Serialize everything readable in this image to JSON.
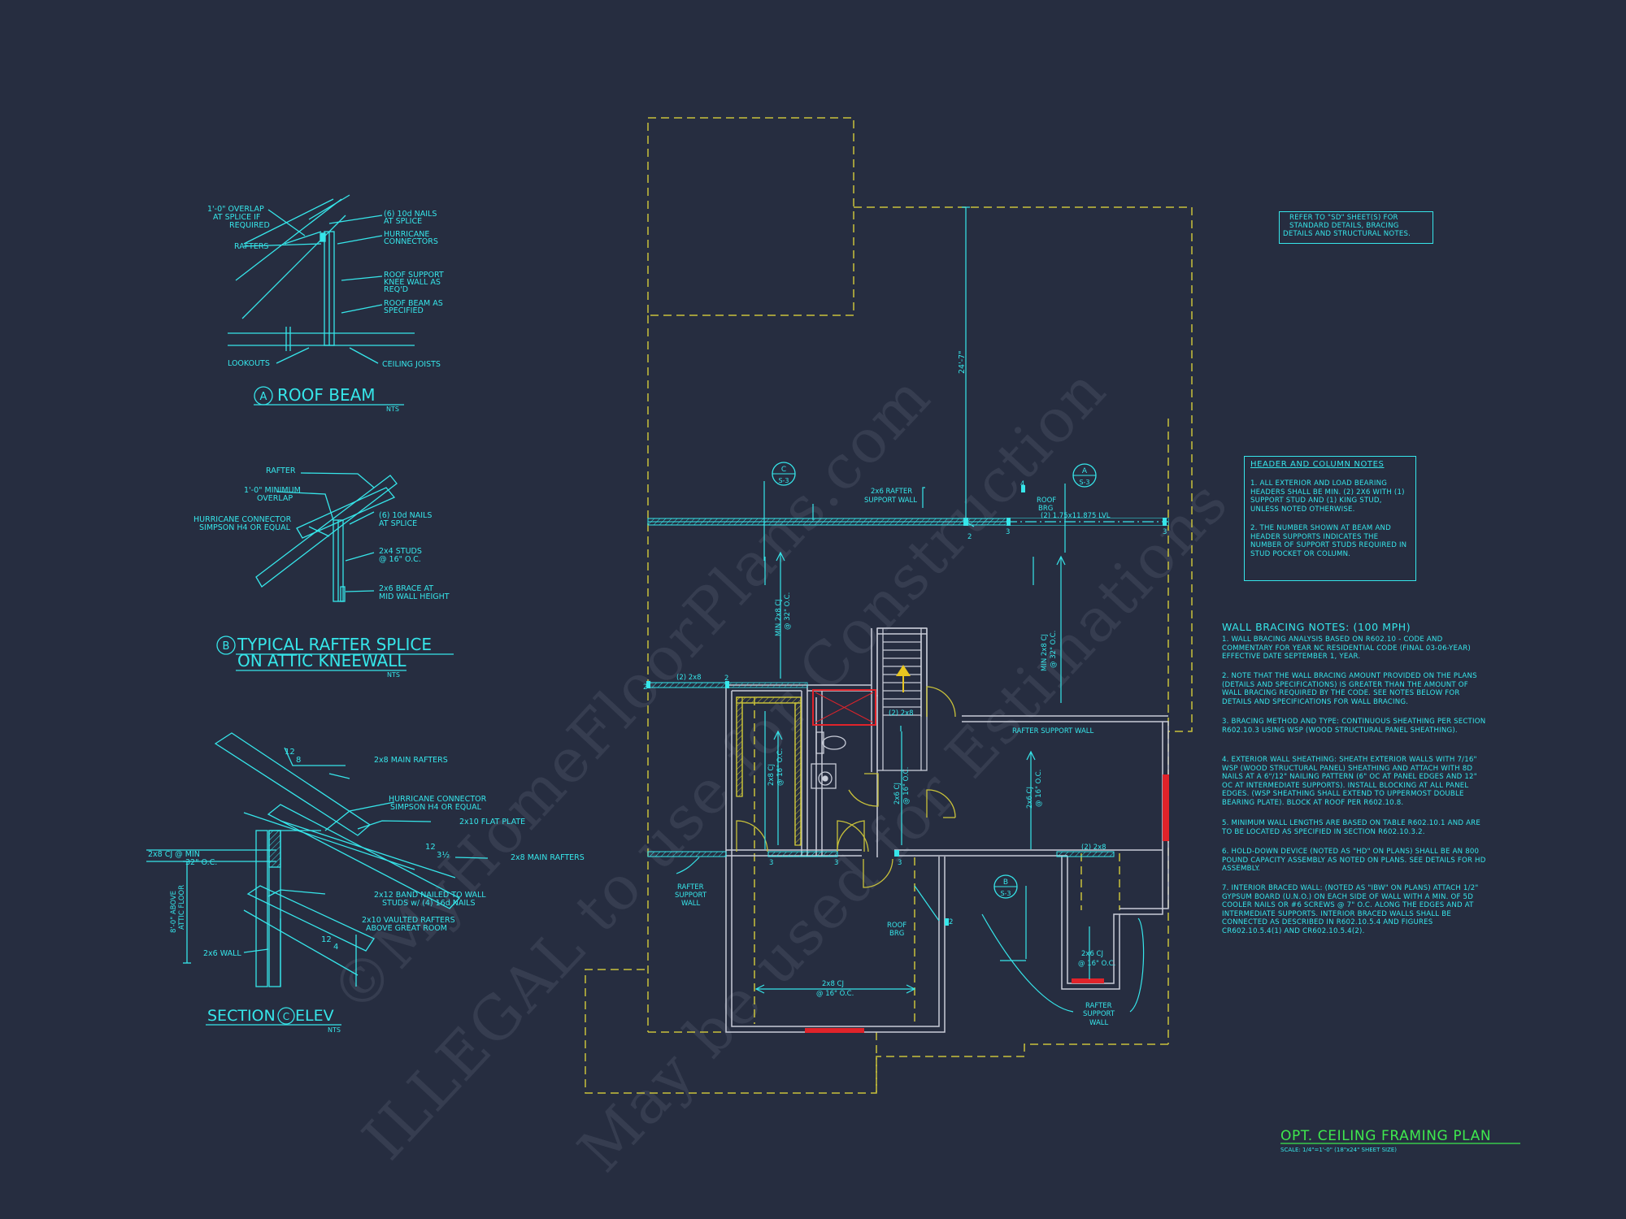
{
  "detail_a": {
    "bubble": "A",
    "title": "ROOF BEAM",
    "scale": "NTS",
    "labels": {
      "overlap": [
        "1'-0\" OVERLAP",
        "AT SPLICE IF",
        "REQUIRED"
      ],
      "nails": [
        "(6) 10d NAILS",
        "AT SPLICE"
      ],
      "hurricane": [
        "HURRICANE",
        "CONNECTORS"
      ],
      "rafters": "RAFTERS",
      "knee_wall": [
        "ROOF SUPPORT",
        "KNEE WALL AS",
        "REQ'D"
      ],
      "roof_beam": [
        "ROOF BEAM AS",
        "SPECIFIED"
      ],
      "lookouts": "LOOKOUTS",
      "ceiling_joists": "CEILING JOISTS"
    }
  },
  "detail_b": {
    "bubble": "B",
    "title_line1": "TYPICAL RAFTER SPLICE",
    "title_line2": "ON ATTIC KNEEWALL",
    "scale": "NTS",
    "labels": {
      "rafter": "RAFTER",
      "overlap": [
        "1'-0\" MINIMUM",
        "OVERLAP"
      ],
      "hurricane": [
        "HURRICANE CONNECTOR",
        "SIMPSON H4 OR EQUAL"
      ],
      "nails": [
        "(6) 10d NAILS",
        "AT SPLICE"
      ],
      "studs": [
        "2x4 STUDS",
        "@ 16\" O.C."
      ],
      "brace": [
        "2x6 BRACE AT",
        "MID WALL HEIGHT"
      ]
    }
  },
  "detail_c": {
    "title_prefix": "SECTION",
    "bubble": "C",
    "title_suffix": "ELEV",
    "scale": "NTS",
    "labels": {
      "main_rafters_top": "2x8 MAIN RAFTERS",
      "pitch_top": [
        "12",
        "8"
      ],
      "hurricane": [
        "HURRICANE CONNECTOR",
        "SIMPSON H4 OR EQUAL"
      ],
      "flat_plate": "2x10 FLAT PLATE",
      "cj": [
        "2x8 CJ @ MIN",
        "32\" O.C."
      ],
      "pitch_mid": [
        "12",
        "3½"
      ],
      "main_rafters_right": "2x8 MAIN RAFTERS",
      "band": [
        "2x12 BAND NAILED TO WALL",
        "STUDS w/ (4) 16d NAILS"
      ],
      "vaulted": [
        "2x10 VAULTED RAFTERS",
        "ABOVE GREAT ROOM"
      ],
      "pitch_low": [
        "12",
        "4"
      ],
      "above_floor": [
        "8'-0\" ABOVE",
        "ATTIC FLOOR"
      ],
      "wall": "2x6 WALL"
    }
  },
  "plan": {
    "title": "OPT. CEILING FRAMING PLAN",
    "scale": "SCALE: 1/4\"=1'-0\" (18\"x24\" SHEET SIZE)",
    "dimension_vertical": "24'-7\"",
    "beam_label": [
      "2x6 RAFTER",
      "SUPPORT WALL"
    ],
    "lvl_label": "(2) 1.75x11.875 LVL",
    "roof_brg": [
      "ROOF",
      "BRG"
    ],
    "roof_brg_2": [
      "ROOF",
      "BRG"
    ],
    "callout_c": {
      "letter": "C",
      "sheet": "S-3"
    },
    "callout_a": {
      "letter": "A",
      "sheet": "S-3"
    },
    "callout_b": {
      "letter": "B",
      "sheet": "S-3"
    },
    "cj_min_left": [
      "MIN 2x8 CJ",
      "@ 32\" O.C."
    ],
    "cj_min_right": [
      "MIN 2x8 CJ",
      "@ 32\" O.C."
    ],
    "cj_closet": [
      "2x8 CJ",
      "@ 16\" O.C."
    ],
    "cj_stair": [
      "2x6 CJ",
      "@ 16\" O.C."
    ],
    "cj_mid": [
      "2x6 CJ",
      "@ 16\" O.C."
    ],
    "cj_bottom": [
      "2x8 CJ",
      "@ 16\" O.C."
    ],
    "cj_bay": [
      "2x6 CJ",
      "@ 16\" O.C."
    ],
    "header_left": "(2) 2x8",
    "header_stair": "(2) 2x8",
    "header_right": "(2) 2x8",
    "rafter_support_wall": "RAFTER SUPPORT WALL",
    "rafter_support_left": [
      "RAFTER",
      "SUPPORT",
      "WALL"
    ],
    "rafter_support_bottom": [
      "RAFTER",
      "SUPPORT",
      "WALL"
    ],
    "stud_counts": [
      "4",
      "2",
      "3",
      "3",
      "3",
      "3",
      "3",
      "2",
      "2",
      "2"
    ]
  },
  "notes_refer": [
    "REFER TO \"SD\" SHEET(S) FOR",
    "STANDARD DETAILS, BRACING",
    "DETAILS AND STRUCTURAL NOTES."
  ],
  "header_notes": {
    "title": "HEADER AND COLUMN NOTES",
    "items": [
      "1. ALL EXTERIOR AND LOAD BEARING HEADERS SHALL BE MIN. (2) 2x6 WITH (1) SUPPORT STUD AND (1) KING STUD, UNLESS NOTED OTHERWISE.",
      "2. THE NUMBER SHOWN AT BEAM AND HEADER SUPPORTS INDICATES THE NUMBER OF SUPPORT STUDS REQUIRED IN STUD POCKET OR COLUMN."
    ]
  },
  "bracing_notes": {
    "title": "WALL BRACING NOTES: (100 MPH)",
    "items": [
      "1. WALL BRACING ANALYSIS BASED ON R602.10 - CODE AND COMMENTARY FOR YEAR NC RESIDENTIAL CODE (FINAL 03-06-YEAR) EFFECTIVE DATE SEPTEMBER 1, YEAR.",
      "2. NOTE THAT THE WALL BRACING AMOUNT PROVIDED ON THE PLANS (DETAILS AND SPECIFICATIONS) IS GREATER THAN THE AMOUNT OF WALL BRACING REQUIRED BY THE CODE. SEE NOTES BELOW FOR DETAILS AND SPECIFICATIONS FOR WALL BRACING.",
      "3. BRACING METHOD AND TYPE: CONTINUOUS SHEATHING PER SECTION R602.10.3 USING WSP (WOOD STRUCTURAL PANEL SHEATHING).",
      "4. EXTERIOR WALL SHEATHING: SHEATH EXTERIOR WALLS WITH 7/16\" WSP (WOOD STRUCTURAL PANEL) SHEATHING AND ATTACH WITH 8d NAILS AT A 6\"/12\" NAILING PATTERN (6\" OC AT PANEL EDGES AND 12\" OC AT INTERMEDIATE SUPPORTS). INSTALL BLOCKING AT ALL PANEL EDGES. (WSP SHEATHING SHALL EXTEND TO UPPERMOST DOUBLE BEARING PLATE). BLOCK AT ROOF PER R602.10.8.",
      "5. MINIMUM WALL LENGTHS ARE BASED ON TABLE R602.10.1 AND ARE TO BE LOCATED AS SPECIFIED IN SECTION R602.10.3.2.",
      "6. HOLD-DOWN DEVICE (NOTED AS \"HD\" ON PLANS) SHALL BE AN 800 POUND CAPACITY ASSEMBLY AS NOTED ON PLANS. SEE DETAILS FOR HD ASSEMBLY.",
      "7. INTERIOR BRACED WALL: (NOTED AS \"IBW\" ON PLANS) ATTACH 1/2\" GYPSUM BOARD (U.N.O.) ON EACH SIDE OF WALL WITH A MIN. OF 5d COOLER NAILS OR #6 SCREWS @ 7\" O.C. ALONG THE EDGES AND AT INTERMEDIATE SUPPORTS. INTERIOR BRACED WALLS SHALL BE CONNECTED AS DESCRIBED IN R602.10.5.4 AND FIGURES CR602.10.5.4(1) AND CR602.10.5.4(2)."
    ]
  },
  "watermark": [
    "©MyHomeFloorPlans.com",
    "ILLEGAL to use for Construction",
    "May be used for Estimations"
  ],
  "colors": {
    "background": "#262d40",
    "cyan": "#36e6ea",
    "yellow": "#c9c23a",
    "white_walls": "#c8ccd8",
    "red": "#e0232a",
    "green_title": "#3ee84e"
  }
}
